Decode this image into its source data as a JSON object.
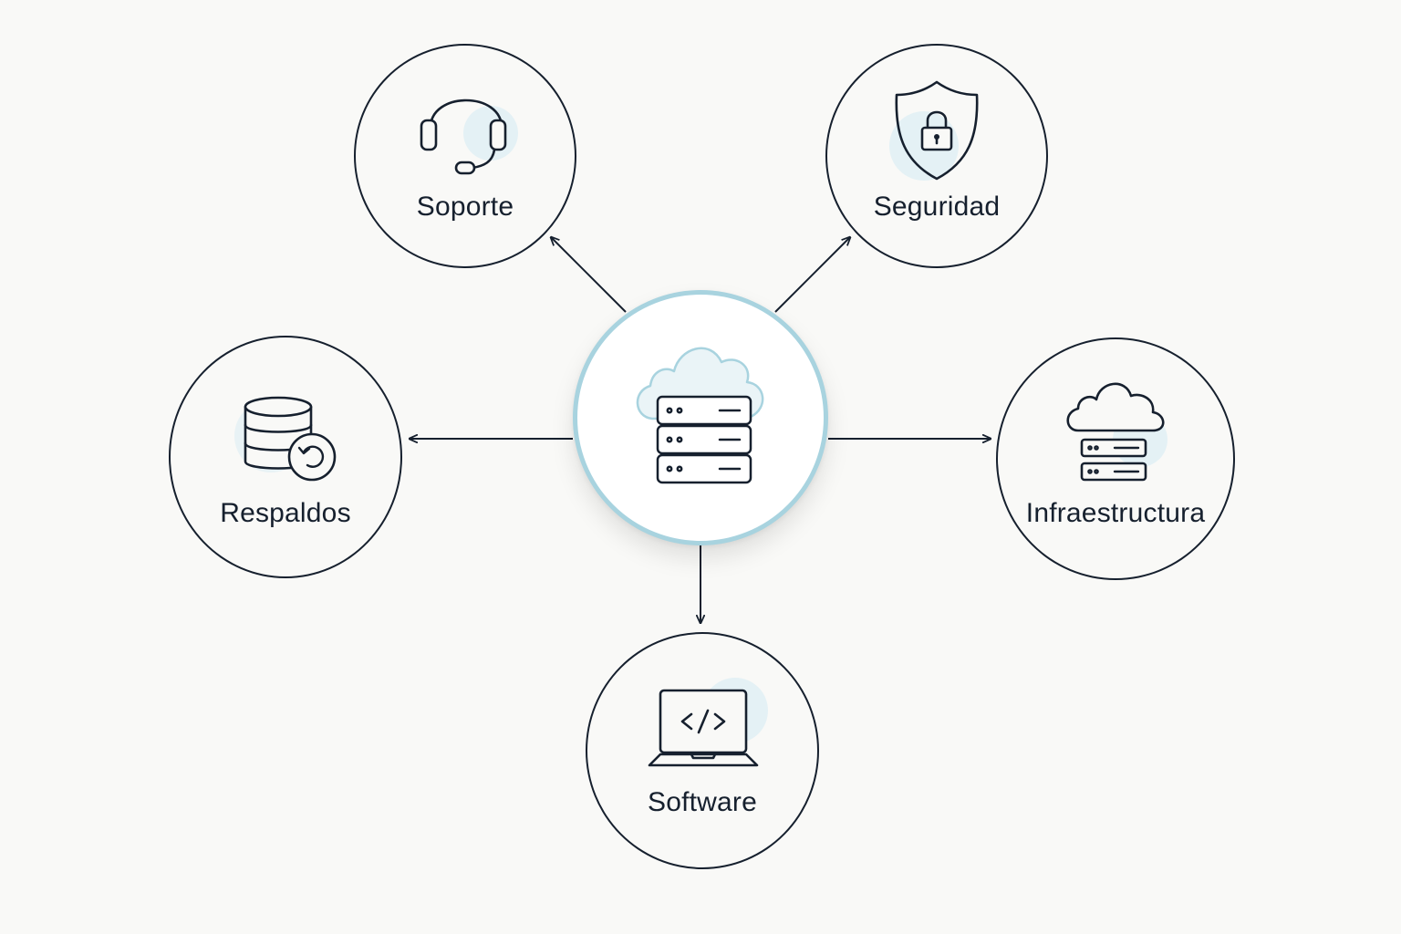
{
  "diagram": {
    "center": {
      "icon": "cloud-server-icon"
    },
    "nodes": {
      "soporte": {
        "label": "Soporte",
        "icon": "headset-icon"
      },
      "seguridad": {
        "label": "Seguridad",
        "icon": "shield-lock-icon"
      },
      "respaldos": {
        "label": "Respaldos",
        "icon": "database-restore-icon"
      },
      "infraestructura": {
        "label": "Infraestructura",
        "icon": "cloud-server-rack-icon"
      },
      "software": {
        "label": "Software",
        "icon": "laptop-code-icon"
      }
    },
    "colors": {
      "stroke": "#16202e",
      "accent": "#a8d3df",
      "accent_fill": "#e4f1f5",
      "background": "#f9f9f7"
    }
  }
}
